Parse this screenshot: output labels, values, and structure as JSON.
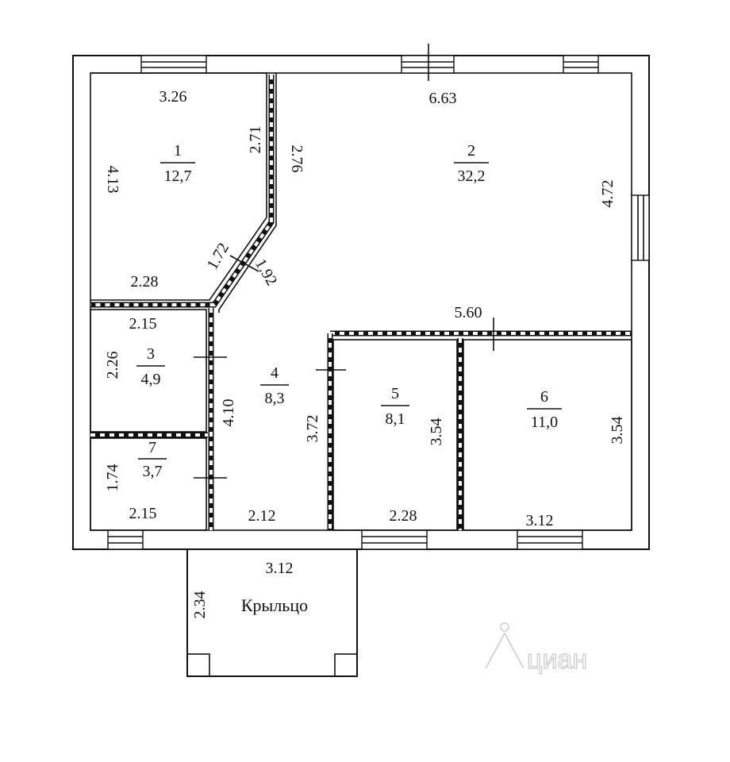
{
  "rooms": [
    {
      "id": "1",
      "number": "1",
      "area": "12,7"
    },
    {
      "id": "2",
      "number": "2",
      "area": "32,2"
    },
    {
      "id": "3",
      "number": "3",
      "area": "4,9"
    },
    {
      "id": "4",
      "number": "4",
      "area": "8,3"
    },
    {
      "id": "5",
      "number": "5",
      "area": "8,1"
    },
    {
      "id": "6",
      "number": "6",
      "area": "11,0"
    },
    {
      "id": "7",
      "number": "7",
      "area": "3,7"
    }
  ],
  "dims": {
    "r1_top": "3.26",
    "r1_left": "4.13",
    "r1_right_a": "2.71",
    "r1_bottom": "2.28",
    "r1_diag": "1.72",
    "r2_top": "6.63",
    "r2_left_a": "2.76",
    "r2_diag": "1.92",
    "r2_right": "4.72",
    "r2_bottom": "5.60",
    "r3_top": "2.15",
    "r3_left": "2.26",
    "r4_right_wall": "4.10",
    "r4_height": "3.72",
    "r4_bottom": "2.12",
    "r5_right": "3.54",
    "r5_bottom": "2.28",
    "r6_right": "3.54",
    "r6_bottom": "3.12",
    "r7_left": "1.74",
    "r7_bottom": "2.15",
    "porch_top": "3.12",
    "porch_left": "2.34"
  },
  "porch": {
    "label": "Крыльцо"
  },
  "watermark": {
    "text": "циан"
  }
}
